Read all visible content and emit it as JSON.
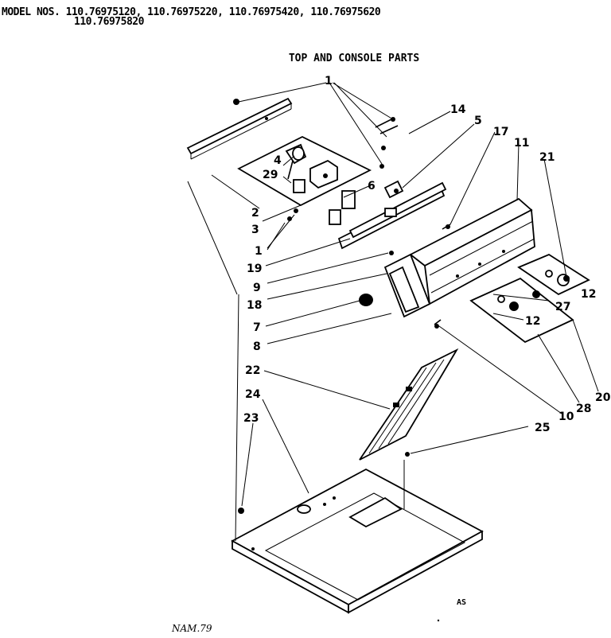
{
  "header": {
    "model_line": "MODEL NOS. 110.76975120, 110.76975220, 110.76975420, 110.76975620",
    "model_line_2": "110.76975820"
  },
  "title": "TOP AND CONSOLE PARTS",
  "callouts": [
    "1",
    "14",
    "5",
    "17",
    "11",
    "21",
    "2",
    "3",
    "29",
    "4",
    "6",
    "1",
    "19",
    "9",
    "18",
    "7",
    "8",
    "12",
    "27",
    "12",
    "20",
    "28",
    "10",
    "22",
    "24",
    "25",
    "23"
  ],
  "footer_mark": "AS",
  "signature": "NAM.79"
}
